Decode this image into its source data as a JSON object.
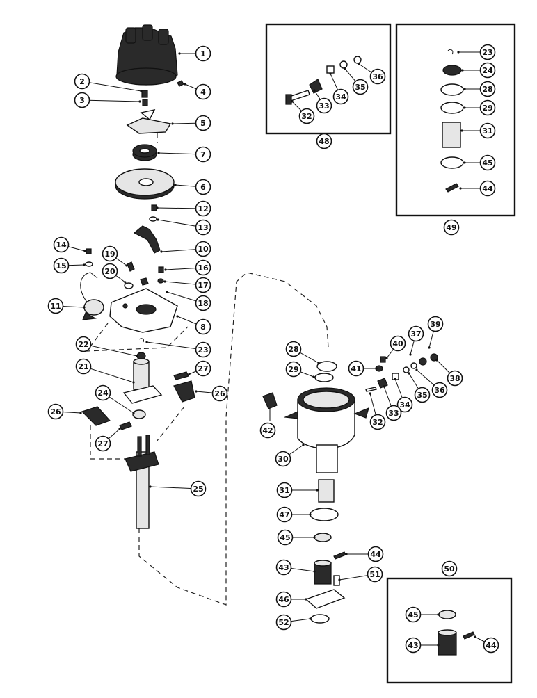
{
  "diagram": {
    "callouts": [
      {
        "id": "c1",
        "label": "1"
      },
      {
        "id": "c2",
        "label": "2"
      },
      {
        "id": "c3",
        "label": "3"
      },
      {
        "id": "c4",
        "label": "4"
      },
      {
        "id": "c5",
        "label": "5"
      },
      {
        "id": "c7",
        "label": "7"
      },
      {
        "id": "c6",
        "label": "6"
      },
      {
        "id": "c12",
        "label": "12"
      },
      {
        "id": "c13",
        "label": "13"
      },
      {
        "id": "c10",
        "label": "10"
      },
      {
        "id": "c14",
        "label": "14"
      },
      {
        "id": "c15",
        "label": "15"
      },
      {
        "id": "c19",
        "label": "19"
      },
      {
        "id": "c20",
        "label": "20"
      },
      {
        "id": "c16",
        "label": "16"
      },
      {
        "id": "c17",
        "label": "17"
      },
      {
        "id": "c18",
        "label": "18"
      },
      {
        "id": "c11",
        "label": "11"
      },
      {
        "id": "c8",
        "label": "8"
      },
      {
        "id": "c22",
        "label": "22"
      },
      {
        "id": "c23b",
        "label": "23"
      },
      {
        "id": "c21",
        "label": "21"
      },
      {
        "id": "c27a",
        "label": "27"
      },
      {
        "id": "c26a",
        "label": "26"
      },
      {
        "id": "c24b",
        "label": "24"
      },
      {
        "id": "c26b",
        "label": "26"
      },
      {
        "id": "c27b",
        "label": "27"
      },
      {
        "id": "c25",
        "label": "25"
      },
      {
        "id": "c48_32",
        "label": "32"
      },
      {
        "id": "c48_33",
        "label": "33"
      },
      {
        "id": "c48_34",
        "label": "34"
      },
      {
        "id": "c48_35",
        "label": "35"
      },
      {
        "id": "c48_36",
        "label": "36"
      },
      {
        "id": "c48",
        "label": "48"
      },
      {
        "id": "c49_23",
        "label": "23"
      },
      {
        "id": "c49_24",
        "label": "24"
      },
      {
        "id": "c49_28",
        "label": "28"
      },
      {
        "id": "c49_29",
        "label": "29"
      },
      {
        "id": "c49_31",
        "label": "31"
      },
      {
        "id": "c49_45",
        "label": "45"
      },
      {
        "id": "c49_44",
        "label": "44"
      },
      {
        "id": "c49",
        "label": "49"
      },
      {
        "id": "c28",
        "label": "28"
      },
      {
        "id": "c29",
        "label": "29"
      },
      {
        "id": "c40",
        "label": "40"
      },
      {
        "id": "c37",
        "label": "37"
      },
      {
        "id": "c39",
        "label": "39"
      },
      {
        "id": "c41",
        "label": "41"
      },
      {
        "id": "c38",
        "label": "38"
      },
      {
        "id": "c36",
        "label": "36"
      },
      {
        "id": "c35",
        "label": "35"
      },
      {
        "id": "c34",
        "label": "34"
      },
      {
        "id": "c33",
        "label": "33"
      },
      {
        "id": "c32",
        "label": "32"
      },
      {
        "id": "c42",
        "label": "42"
      },
      {
        "id": "c30",
        "label": "30"
      },
      {
        "id": "c31",
        "label": "31"
      },
      {
        "id": "c47",
        "label": "47"
      },
      {
        "id": "c45",
        "label": "45"
      },
      {
        "id": "c44",
        "label": "44"
      },
      {
        "id": "c43",
        "label": "43"
      },
      {
        "id": "c51",
        "label": "51"
      },
      {
        "id": "c46",
        "label": "46"
      },
      {
        "id": "c52",
        "label": "52"
      },
      {
        "id": "c50",
        "label": "50"
      },
      {
        "id": "c50_45",
        "label": "45"
      },
      {
        "id": "c50_43",
        "label": "43"
      },
      {
        "id": "c50_44",
        "label": "44"
      }
    ]
  }
}
